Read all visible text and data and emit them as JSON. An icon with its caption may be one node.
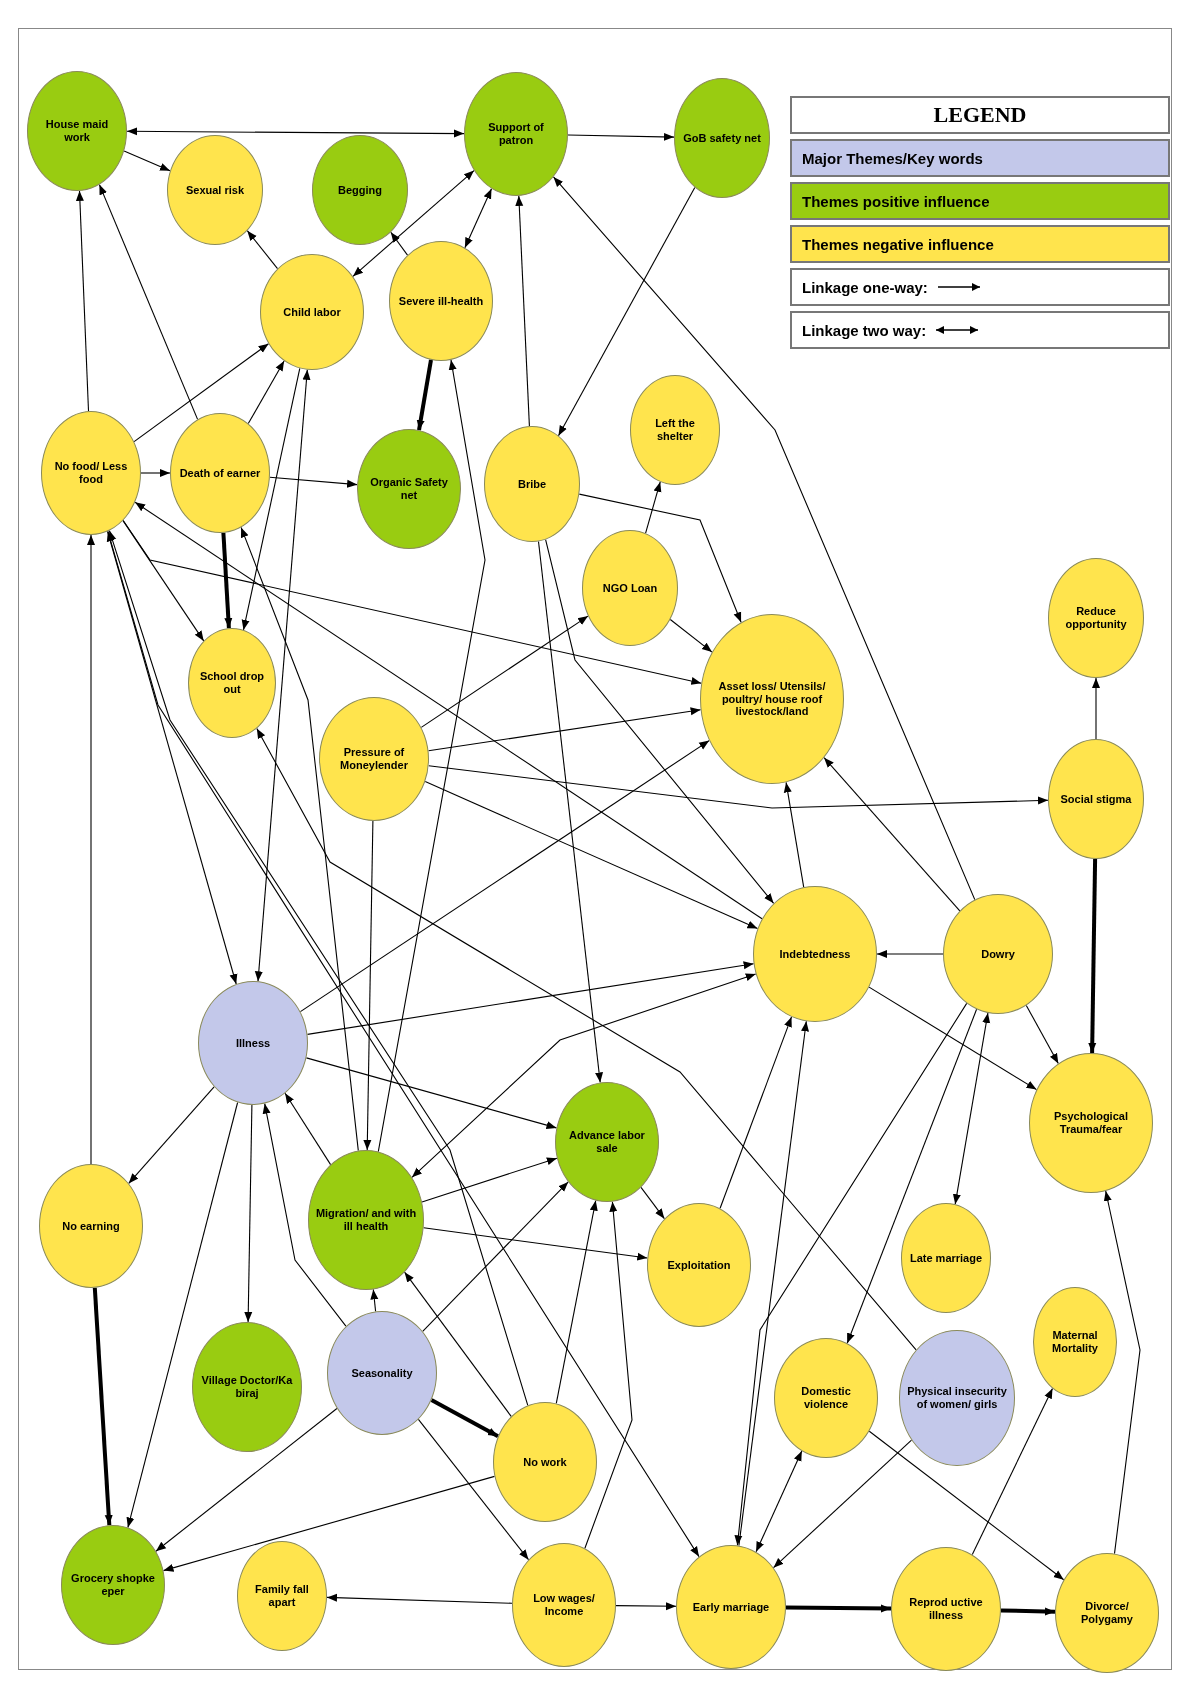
{
  "diagram": {
    "nodes": [
      {
        "text": [
          "House maid work"
        ]
      },
      {
        "text": [
          "Sexual risk"
        ]
      },
      {
        "text": [
          "Begging"
        ]
      },
      {
        "text": [
          "Support of patron"
        ]
      },
      {
        "text": [
          "GoB safety net"
        ]
      },
      {
        "text": [
          "No food/ Less food"
        ]
      },
      {
        "text": [
          "Death of earner"
        ]
      },
      {
        "text": [
          "Child labor"
        ]
      },
      {
        "text": [
          "Severe ill-health"
        ]
      },
      {
        "text": [
          "Organic Safety net"
        ]
      },
      {
        "text": [
          "Bribe"
        ]
      },
      {
        "text": [
          "Left the shelter"
        ]
      },
      {
        "text": [
          "NGO Loan"
        ]
      },
      {
        "text": [
          "School drop out"
        ]
      },
      {
        "text": [
          "Pressure of Moneylender"
        ]
      },
      {
        "text": [
          "Asset loss/ Utensils/ poultry/ house roof livestock/land"
        ]
      },
      {
        "text": [
          "Reduce opportunity"
        ]
      },
      {
        "text": [
          "Social stigma"
        ]
      },
      {
        "text": [
          "Illness"
        ]
      },
      {
        "text": [
          "Indebtedness"
        ]
      },
      {
        "text": [
          "Dowry"
        ]
      },
      {
        "text": [
          "No earning"
        ]
      },
      {
        "text": [
          "Migration/ and with ill health"
        ]
      },
      {
        "text": [
          "Advance labor sale"
        ]
      },
      {
        "text": [
          "Psychological Trauma/fear"
        ]
      },
      {
        "text": [
          "Village Doctor/Ka biraj"
        ]
      },
      {
        "text": [
          "Seasonality"
        ]
      },
      {
        "text": [
          "Exploitation"
        ]
      },
      {
        "text": [
          "Late marriage"
        ]
      },
      {
        "text": [
          "Maternal Mortality"
        ]
      },
      {
        "text": [
          "Grocery shopke eper"
        ]
      },
      {
        "text": [
          "Family fall apart"
        ]
      },
      {
        "text": [
          "No work"
        ]
      },
      {
        "text": [
          "Domestic violence"
        ]
      },
      {
        "text": [
          "Physical insecurity of women/ girls"
        ]
      },
      {
        "text": [
          "Low wages/ Income"
        ]
      },
      {
        "text": [
          "Early marriage"
        ]
      },
      {
        "text": [
          "Reprod uctive illness"
        ]
      },
      {
        "text": [
          "Divorce/ Polygamy"
        ]
      }
    ],
    "edges": [
      {
        "from": 0,
        "to": 3,
        "arrow": "both"
      },
      {
        "from": 0,
        "to": 1,
        "arrow": "to"
      },
      {
        "from": 5,
        "to": 0,
        "arrow": "to"
      },
      {
        "from": 6,
        "to": 0,
        "arrow": "to"
      },
      {
        "from": 7,
        "to": 1,
        "arrow": "to"
      },
      {
        "from": 8,
        "to": 2,
        "arrow": "to"
      },
      {
        "from": 7,
        "to": 3,
        "arrow": "both"
      },
      {
        "from": 8,
        "to": 3,
        "arrow": "both"
      },
      {
        "from": 10,
        "to": 3,
        "arrow": "to"
      },
      {
        "from": 3,
        "to": 4,
        "arrow": "to"
      },
      {
        "from": 4,
        "to": 10,
        "arrow": "to"
      },
      {
        "from": 20,
        "to": 3,
        "arrow": "to"
      },
      {
        "from": 8,
        "to": 9,
        "arrow": "to",
        "style": "thick"
      },
      {
        "from": 5,
        "to": 6,
        "arrow": "to"
      },
      {
        "from": 6,
        "to": 9,
        "arrow": "to"
      },
      {
        "from": 5,
        "to": 7,
        "arrow": "to"
      },
      {
        "from": 6,
        "to": 7,
        "arrow": "to"
      },
      {
        "from": 6,
        "to": 13,
        "arrow": "to",
        "style": "thick"
      },
      {
        "from": 7,
        "to": 18,
        "arrow": "both"
      },
      {
        "from": 7,
        "to": 13,
        "arrow": "to"
      },
      {
        "from": 22,
        "to": 6,
        "arrow": "to"
      },
      {
        "from": 22,
        "to": 8,
        "arrow": "to"
      },
      {
        "from": 5,
        "to": 15,
        "arrow": "to"
      },
      {
        "from": 10,
        "to": 15,
        "arrow": "to"
      },
      {
        "from": 10,
        "to": 19,
        "arrow": "to"
      },
      {
        "from": 10,
        "to": 23,
        "arrow": "to"
      },
      {
        "from": 12,
        "to": 11,
        "arrow": "to"
      },
      {
        "from": 12,
        "to": 15,
        "arrow": "to"
      },
      {
        "from": 14,
        "to": 12,
        "arrow": "to"
      },
      {
        "from": 14,
        "to": 15,
        "arrow": "to"
      },
      {
        "from": 14,
        "to": 17,
        "arrow": "to"
      },
      {
        "from": 14,
        "to": 19,
        "arrow": "to"
      },
      {
        "from": 14,
        "to": 22,
        "arrow": "to"
      },
      {
        "from": 17,
        "to": 16,
        "arrow": "to"
      },
      {
        "from": 17,
        "to": 24,
        "arrow": "to",
        "style": "thick"
      },
      {
        "from": 19,
        "to": 15,
        "arrow": "to"
      },
      {
        "from": 20,
        "to": 15,
        "arrow": "to"
      },
      {
        "from": 20,
        "to": 19,
        "arrow": "to"
      },
      {
        "from": 20,
        "to": 24,
        "arrow": "to"
      },
      {
        "from": 19,
        "to": 24,
        "arrow": "to"
      },
      {
        "from": 20,
        "to": 28,
        "arrow": "both"
      },
      {
        "from": 20,
        "to": 33,
        "arrow": "to"
      },
      {
        "from": 20,
        "to": 36,
        "arrow": "to"
      },
      {
        "from": 5,
        "to": 13,
        "arrow": "to"
      },
      {
        "from": 5,
        "to": 18,
        "arrow": "to"
      },
      {
        "from": 18,
        "to": 15,
        "arrow": "to"
      },
      {
        "from": 18,
        "to": 19,
        "arrow": "to"
      },
      {
        "from": 18,
        "to": 23,
        "arrow": "to"
      },
      {
        "from": 18,
        "to": 21,
        "arrow": "to"
      },
      {
        "from": 18,
        "to": 25,
        "arrow": "to"
      },
      {
        "from": 18,
        "to": 30,
        "arrow": "to"
      },
      {
        "from": 26,
        "to": 18,
        "arrow": "to"
      },
      {
        "from": 22,
        "to": 18,
        "arrow": "to"
      },
      {
        "from": 21,
        "to": 5,
        "arrow": "to"
      },
      {
        "from": 21,
        "to": 30,
        "arrow": "to",
        "style": "thick"
      },
      {
        "from": 26,
        "to": 22,
        "arrow": "to"
      },
      {
        "from": 26,
        "to": 32,
        "arrow": "to",
        "style": "thick"
      },
      {
        "from": 26,
        "to": 35,
        "arrow": "to"
      },
      {
        "from": 26,
        "to": 30,
        "arrow": "to"
      },
      {
        "from": 26,
        "to": 23,
        "arrow": "to"
      },
      {
        "from": 32,
        "to": 30,
        "arrow": "to"
      },
      {
        "from": 32,
        "to": 22,
        "arrow": "to"
      },
      {
        "from": 32,
        "to": 23,
        "arrow": "to"
      },
      {
        "from": 32,
        "to": 5,
        "arrow": "to"
      },
      {
        "from": 35,
        "to": 23,
        "arrow": "to"
      },
      {
        "from": 35,
        "to": 31,
        "arrow": "to"
      },
      {
        "from": 35,
        "to": 36,
        "arrow": "to"
      },
      {
        "from": 23,
        "to": 27,
        "arrow": "to"
      },
      {
        "from": 22,
        "to": 27,
        "arrow": "to"
      },
      {
        "from": 27,
        "to": 19,
        "arrow": "to"
      },
      {
        "from": 22,
        "to": 19,
        "arrow": "both"
      },
      {
        "from": 22,
        "to": 23,
        "arrow": "to"
      },
      {
        "from": 36,
        "to": 37,
        "arrow": "to",
        "style": "thick"
      },
      {
        "from": 37,
        "to": 38,
        "arrow": "to",
        "style": "thick"
      },
      {
        "from": 37,
        "to": 29,
        "arrow": "to"
      },
      {
        "from": 38,
        "to": 24,
        "arrow": "to"
      },
      {
        "from": 36,
        "to": 33,
        "arrow": "both"
      },
      {
        "from": 34,
        "to": 36,
        "arrow": "to"
      },
      {
        "from": 33,
        "to": 38,
        "arrow": "to"
      },
      {
        "from": 34,
        "to": 13,
        "arrow": "to"
      },
      {
        "from": 36,
        "to": 19,
        "arrow": "to"
      },
      {
        "from": 5,
        "to": 36,
        "arrow": "both"
      },
      {
        "from": 19,
        "to": 5,
        "arrow": "to"
      }
    ],
    "labels": [
      "LEGEND"
    ],
    "legend": [
      {
        "text": "Major Themes/Key words",
        "color": "#c3c8ea"
      },
      {
        "text": "Themes positive influence",
        "color": "#99cc11"
      },
      {
        "text": "Themes negative influence",
        "color": "#ffe44d"
      },
      {
        "text": "Linkage one-way:"
      },
      {
        "text": "Linkage two way:"
      }
    ]
  }
}
